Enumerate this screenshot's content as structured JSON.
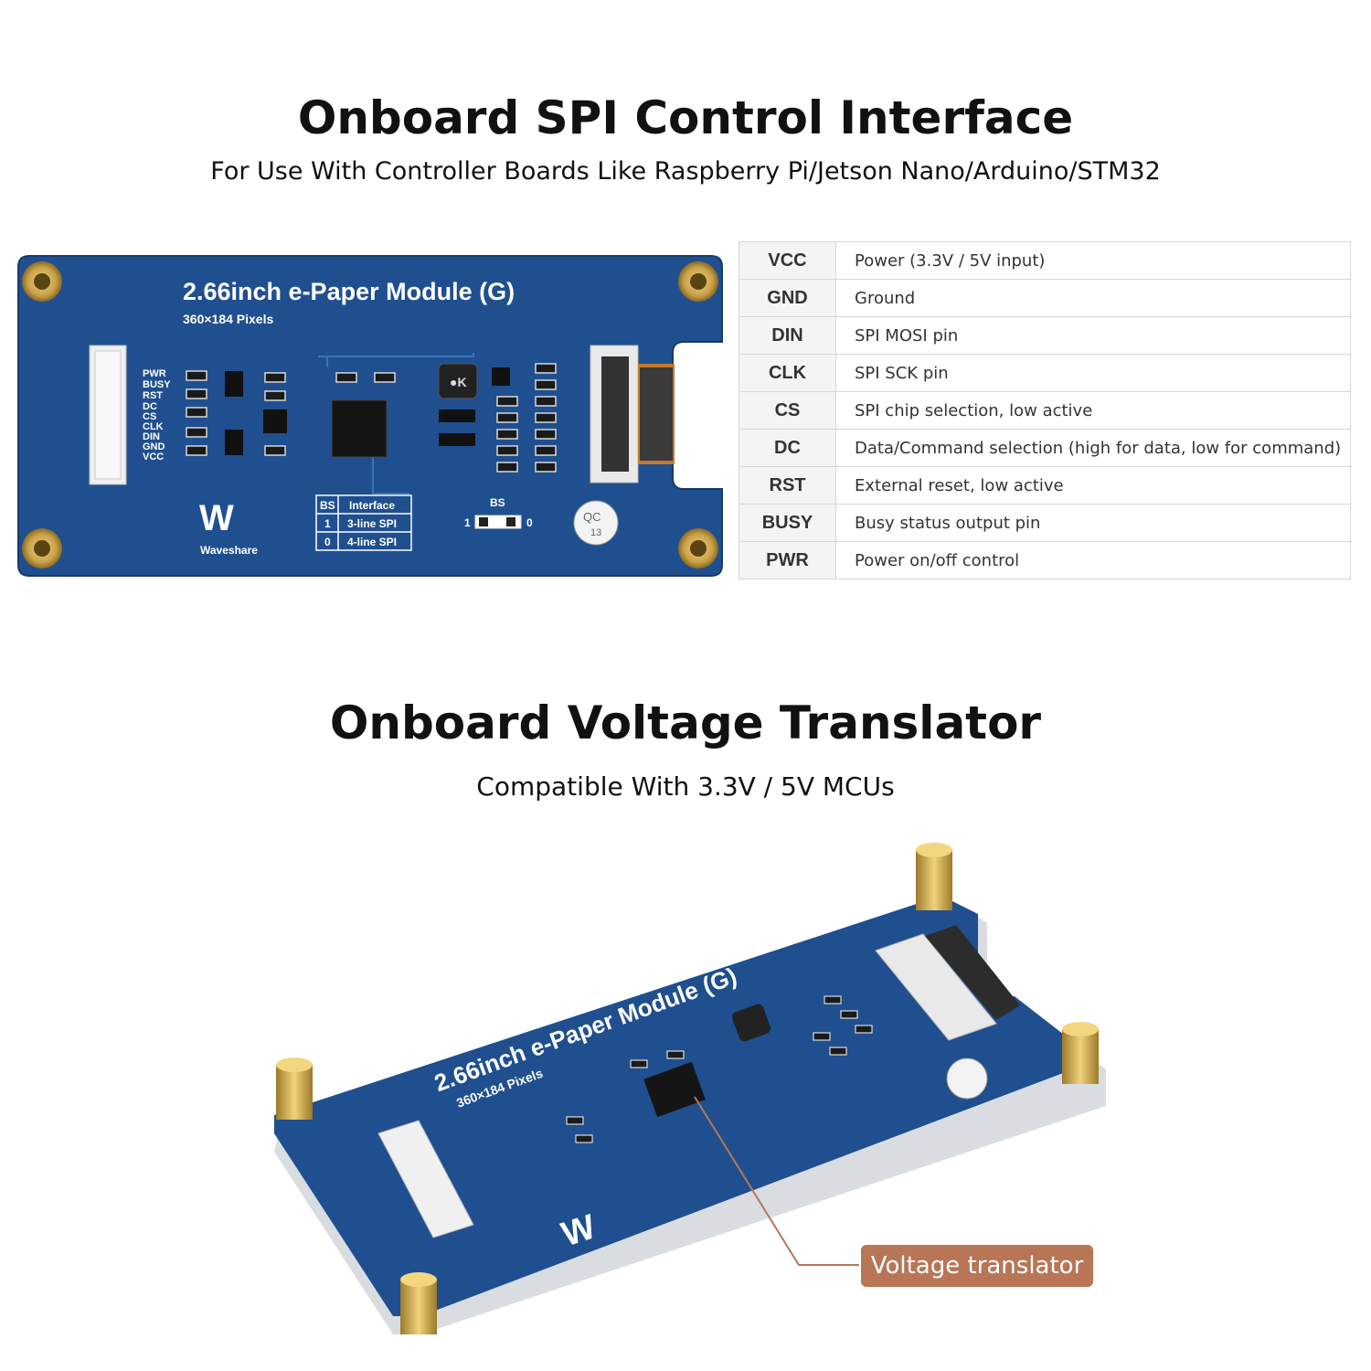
{
  "section1": {
    "title": "Onboard SPI Control Interface",
    "subtitle": "For Use With Controller Boards Like Raspberry Pi/Jetson Nano/Arduino/STM32"
  },
  "board": {
    "model": "2.66inch e-Paper Module (G)",
    "resolution": "360×184 Pixels",
    "brand": "Waveshare",
    "pin_labels": [
      "PWR",
      "BUSY",
      "RST",
      "DC",
      "CS",
      "CLK",
      "DIN",
      "GND",
      "VCC"
    ],
    "bs_label": "BS",
    "interface_table": {
      "headers": [
        "BS",
        "Interface"
      ],
      "rows": [
        [
          "1",
          "3-line SPI"
        ],
        [
          "0",
          "4-line SPI"
        ]
      ]
    },
    "bs_left": "1",
    "bs_right": "0",
    "qc_label": "QC",
    "qc_number": "13"
  },
  "pins": [
    {
      "pin": "VCC",
      "desc": "Power (3.3V / 5V input)"
    },
    {
      "pin": "GND",
      "desc": "Ground"
    },
    {
      "pin": "DIN",
      "desc": "SPI MOSI pin"
    },
    {
      "pin": "CLK",
      "desc": "SPI SCK pin"
    },
    {
      "pin": "CS",
      "desc": "SPI chip selection, low active"
    },
    {
      "pin": "DC",
      "desc": "Data/Command selection (high for data, low for command)"
    },
    {
      "pin": "RST",
      "desc": "External reset, low active"
    },
    {
      "pin": "BUSY",
      "desc": "Busy status output pin"
    },
    {
      "pin": "PWR",
      "desc": "Power on/off control"
    }
  ],
  "section2": {
    "title": "Onboard Voltage Translator",
    "subtitle": "Compatible With 3.3V / 5V MCUs"
  },
  "callout": {
    "label": "Voltage translator"
  },
  "colors": {
    "pcb": "#1f4f8f",
    "callout": "#b87656",
    "brass": "#c9a24a"
  }
}
